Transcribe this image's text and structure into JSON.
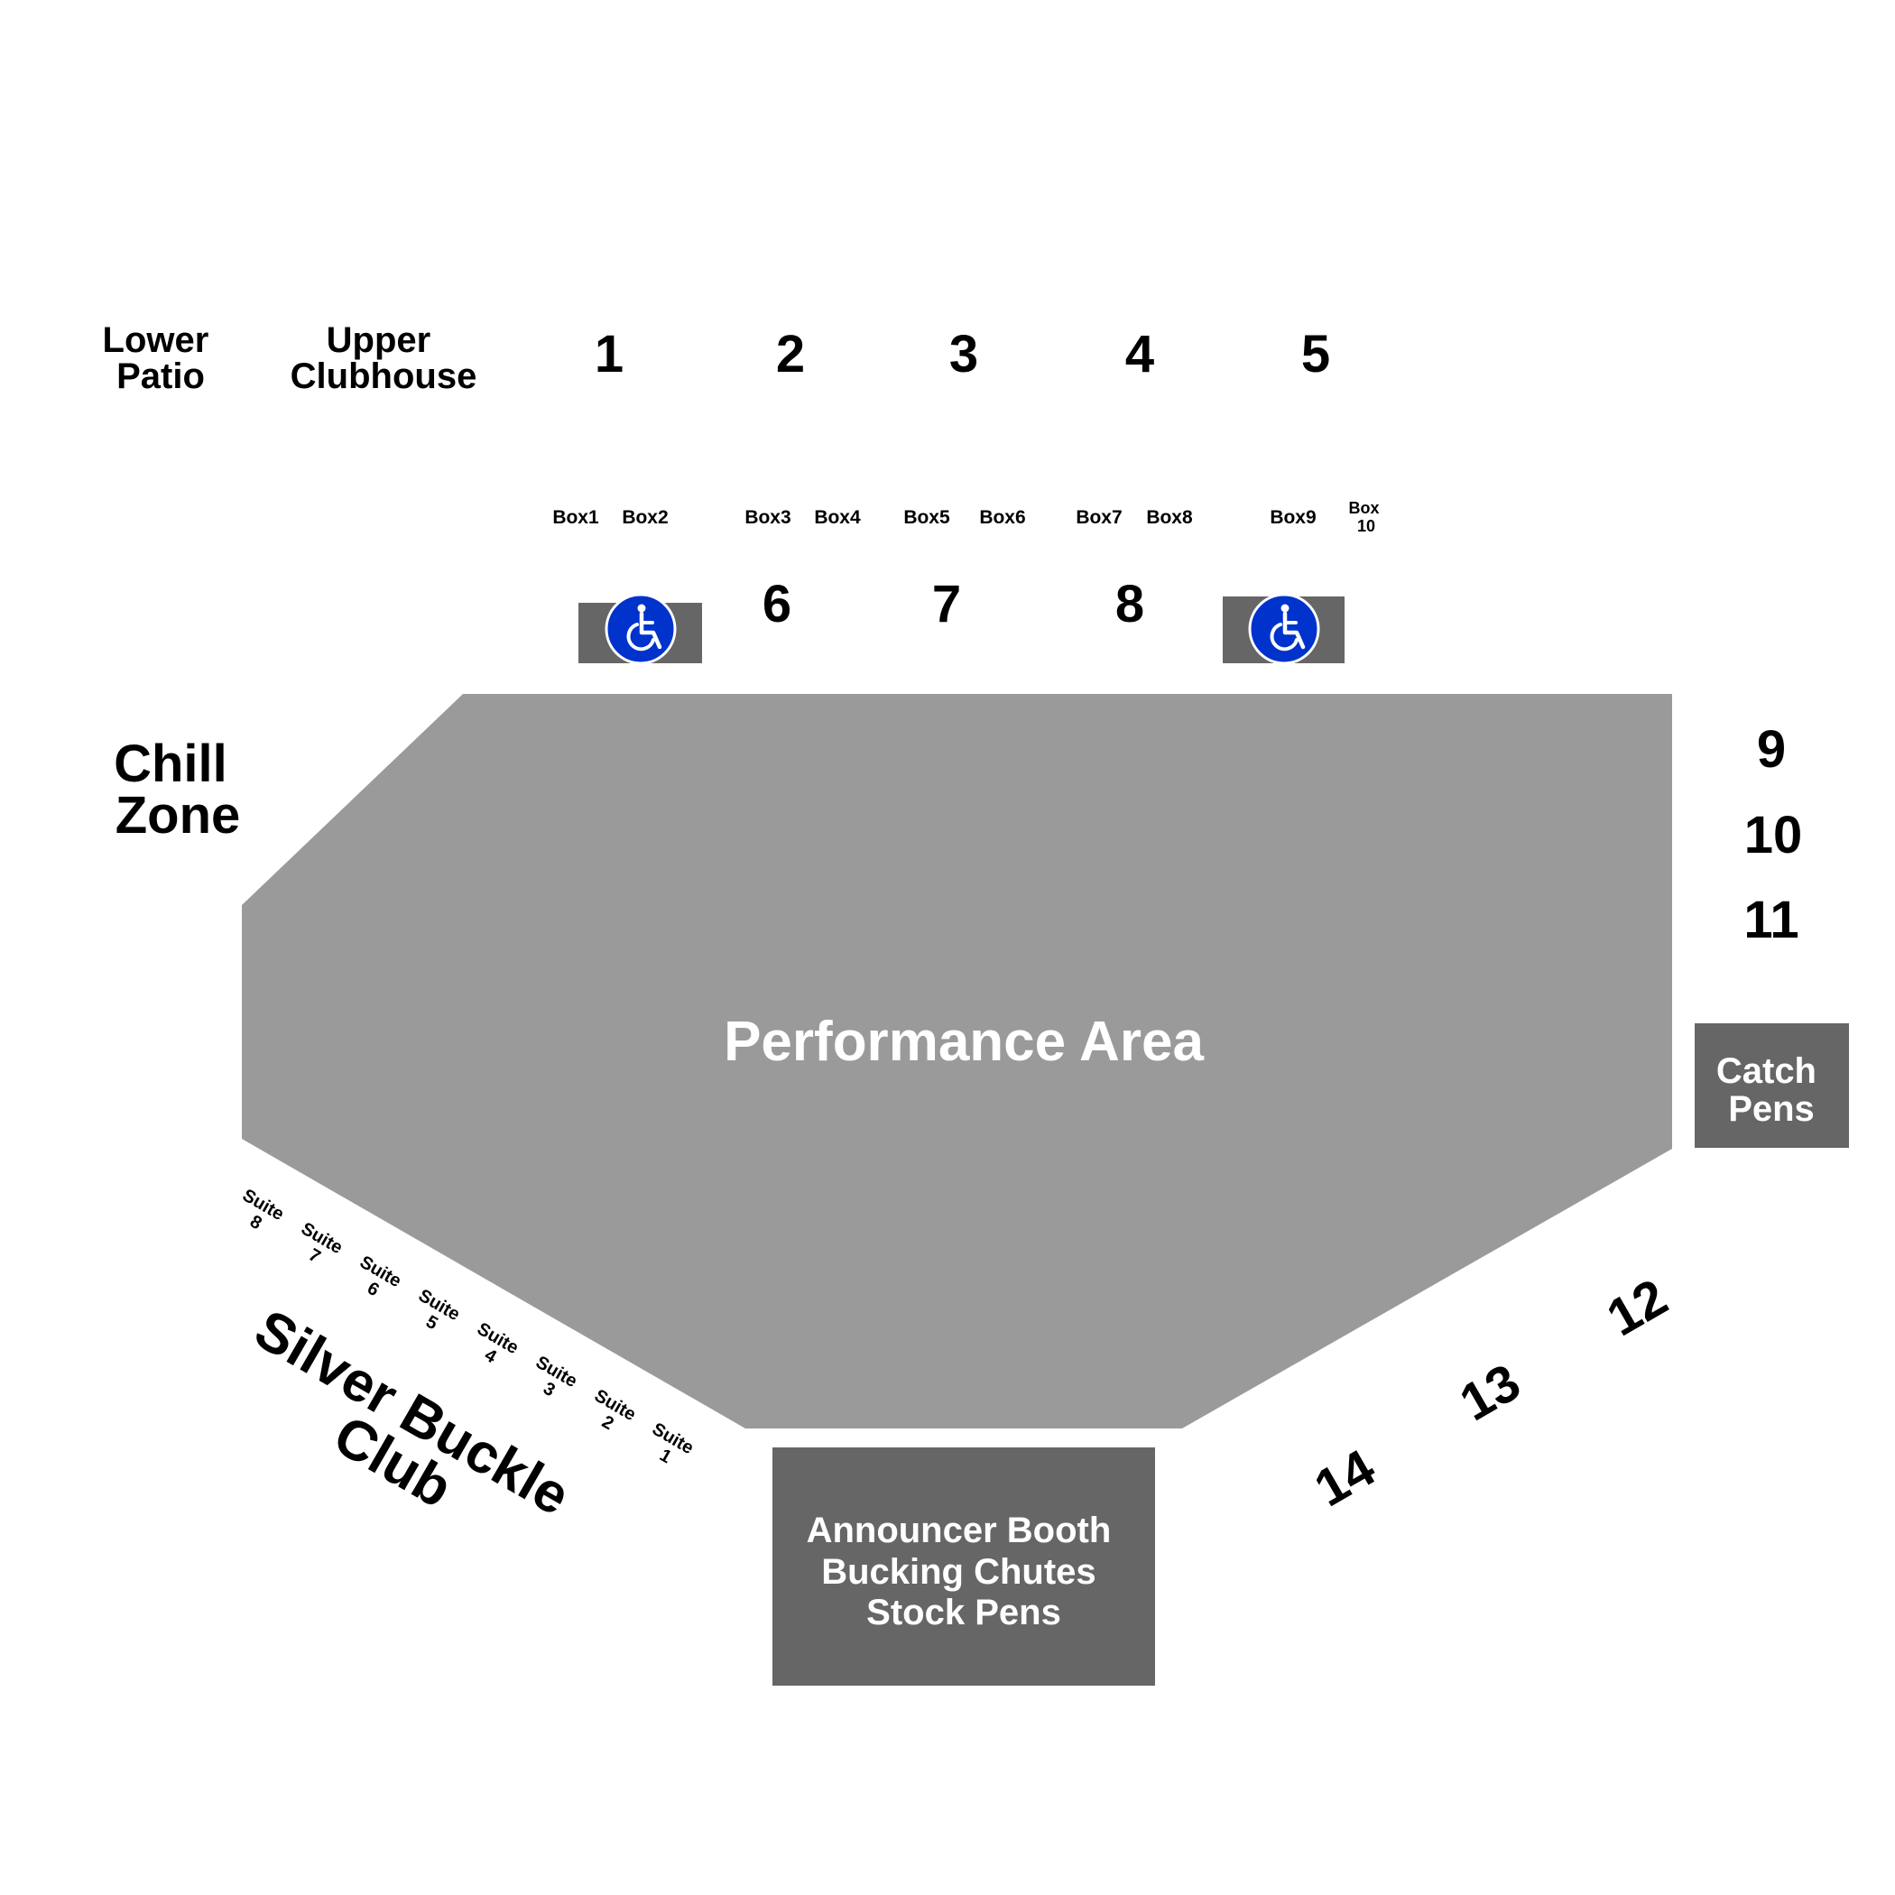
{
  "colors": {
    "background": "#ffffff",
    "arena": "#9a9a9a",
    "block": "#666666",
    "accessible_blue": "#0033cc",
    "label": "#000000",
    "label_on_dark": "#ffffff"
  },
  "top_areas": {
    "lower_patio": [
      "Lower",
      "Patio"
    ],
    "upper_clubhouse": [
      "Upper",
      "Clubhouse"
    ]
  },
  "upper_sections": [
    "1",
    "2",
    "3",
    "4",
    "5"
  ],
  "boxes": [
    "Box1",
    "Box2",
    "Box3",
    "Box4",
    "Box5",
    "Box6",
    "Box7",
    "Box8",
    "Box9"
  ],
  "box10": [
    "Box",
    "10"
  ],
  "lower_sections": [
    "6",
    "7",
    "8"
  ],
  "accessible": {
    "icon": "wheelchair-icon",
    "count": 2
  },
  "chill_zone": [
    "Chill",
    "Zone"
  ],
  "right_sections": [
    "9",
    "10",
    "11"
  ],
  "performance_area": "Performance Area",
  "catch_pens": [
    "Catch",
    "Pens"
  ],
  "suites": [
    [
      "Suite",
      "8"
    ],
    [
      "Suite",
      "7"
    ],
    [
      "Suite",
      "6"
    ],
    [
      "Suite",
      "5"
    ],
    [
      "Suite",
      "4"
    ],
    [
      "Suite",
      "3"
    ],
    [
      "Suite",
      "2"
    ],
    [
      "Suite",
      "1"
    ]
  ],
  "silver_buckle_club": [
    "Silver Buckle",
    "Club"
  ],
  "announcer_block": [
    "Announcer Booth",
    "Bucking Chutes",
    "Stock Pens"
  ],
  "angled_sections": [
    "12",
    "13",
    "14"
  ]
}
